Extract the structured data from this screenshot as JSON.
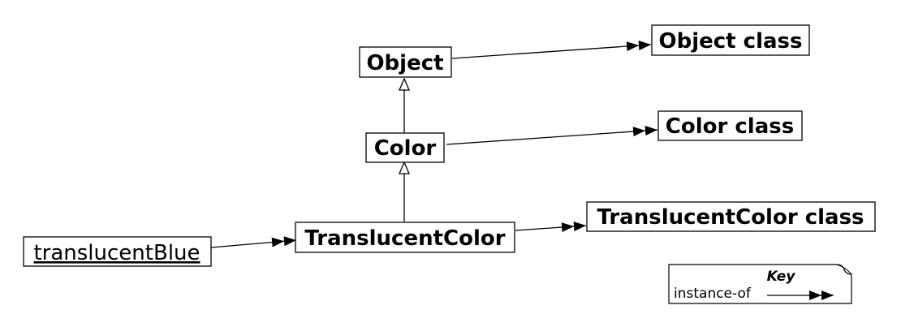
{
  "nodes": {
    "object": "Object",
    "color": "Color",
    "translucent_color": "TranslucentColor",
    "translucent_blue": "translucentBlue",
    "object_class": "Object class",
    "color_class": "Color class",
    "translucent_color_class": "TranslucentColor class"
  },
  "key": {
    "title": "Key",
    "instance_of_label": "instance-of"
  }
}
